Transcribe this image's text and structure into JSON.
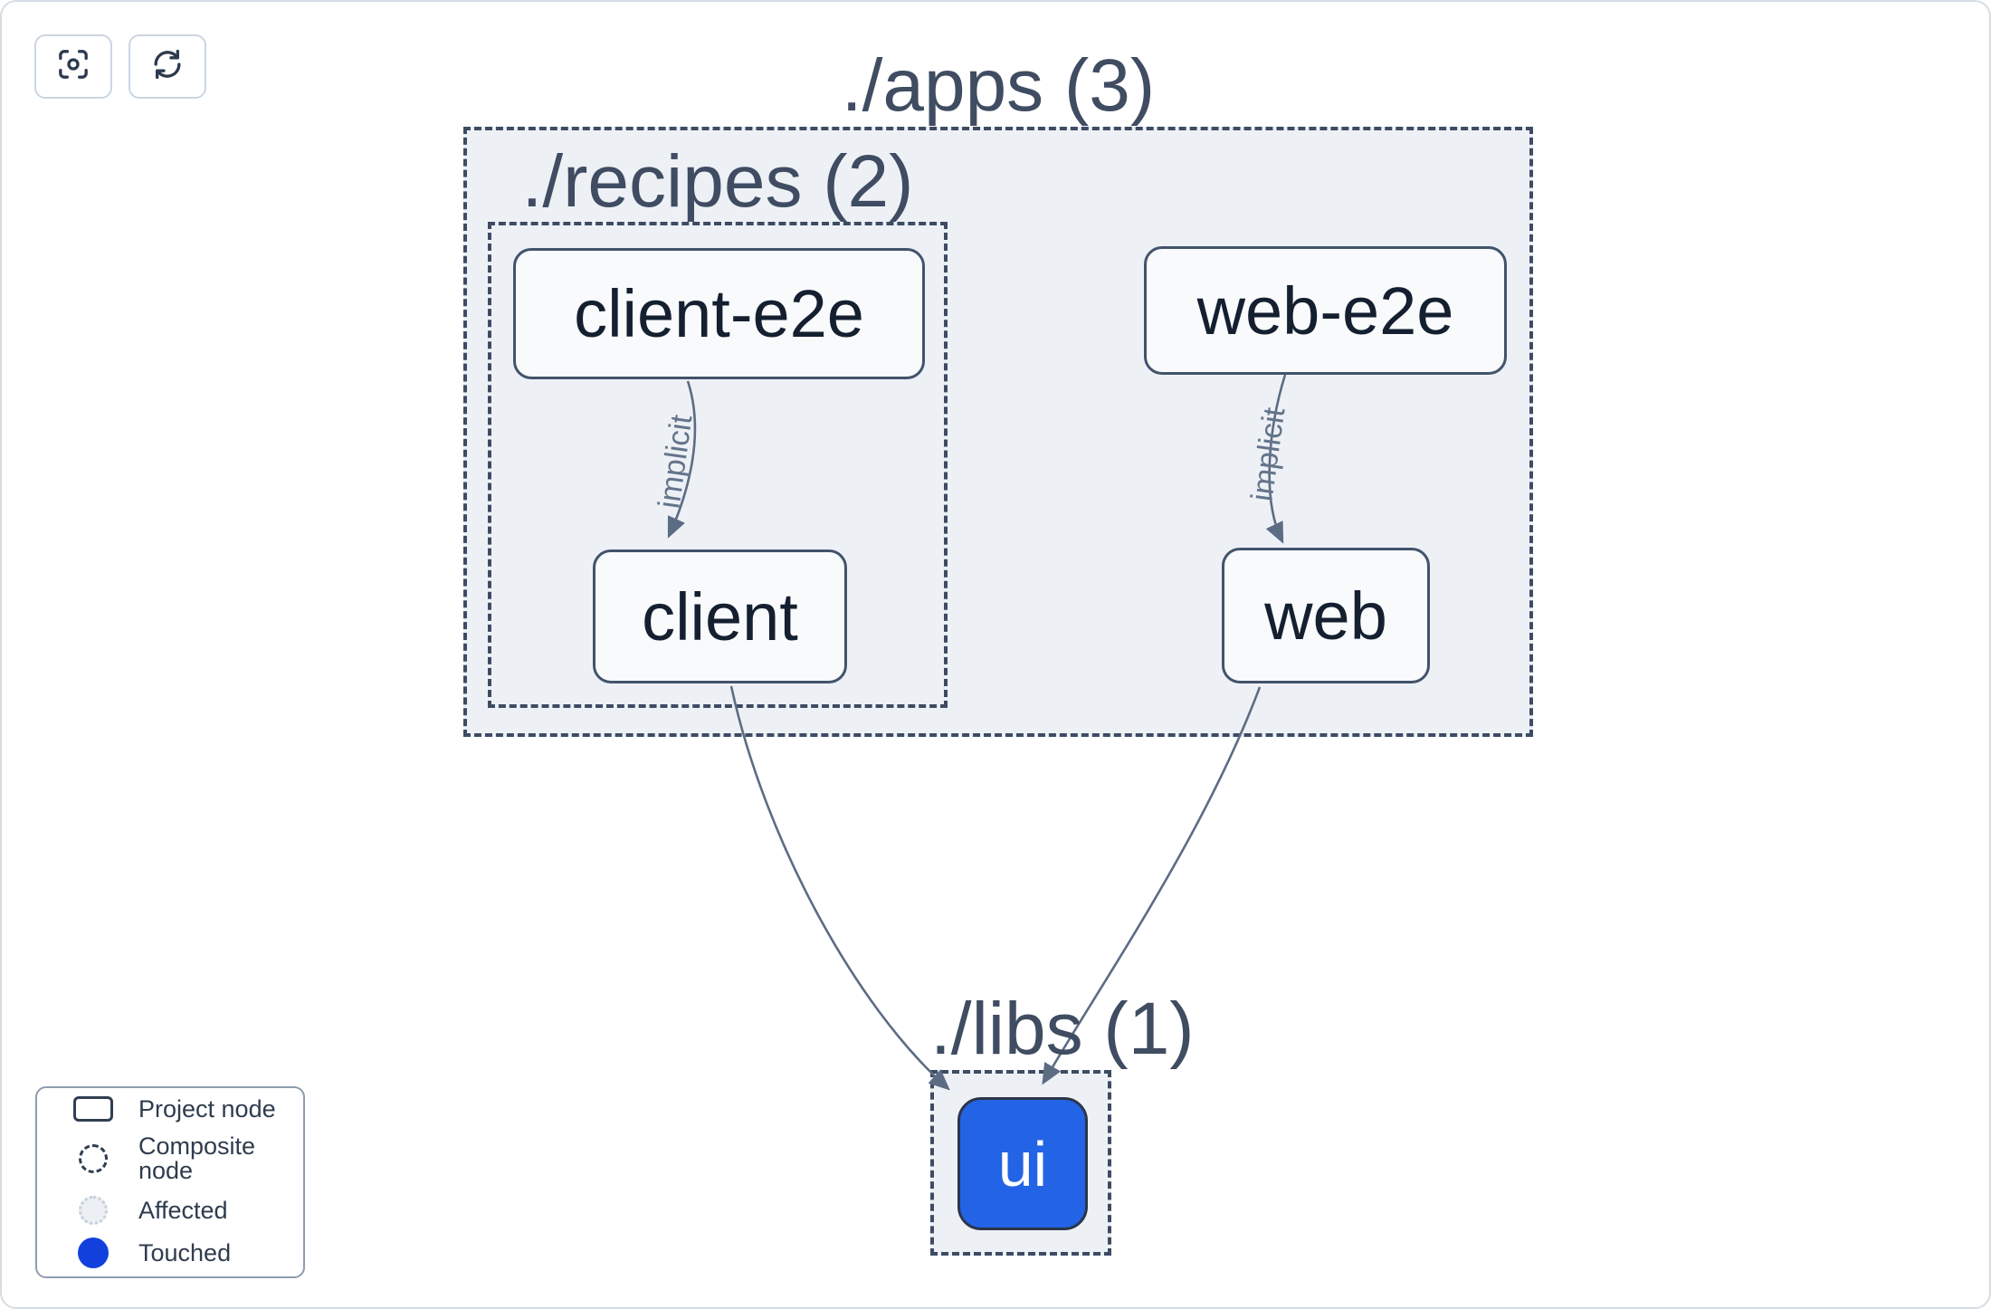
{
  "toolbar": {
    "focus_button": {
      "icon": "crosshair-focus-icon"
    },
    "refresh_button": {
      "icon": "refresh-icon"
    }
  },
  "graph": {
    "groups": [
      {
        "id": "apps",
        "label": "./apps (3)"
      },
      {
        "id": "recipes",
        "label": "./recipes (2)"
      },
      {
        "id": "libs",
        "label": "./libs (1)"
      }
    ],
    "nodes": [
      {
        "id": "client-e2e",
        "label": "client-e2e",
        "state": "default"
      },
      {
        "id": "web-e2e",
        "label": "web-e2e",
        "state": "default"
      },
      {
        "id": "client",
        "label": "client",
        "state": "default"
      },
      {
        "id": "web",
        "label": "web",
        "state": "default"
      },
      {
        "id": "ui",
        "label": "ui",
        "state": "touched"
      }
    ],
    "edges": [
      {
        "from": "client-e2e",
        "to": "client",
        "label": "implicit"
      },
      {
        "from": "web-e2e",
        "to": "web",
        "label": "implicit"
      },
      {
        "from": "client",
        "to": "ui",
        "label": ""
      },
      {
        "from": "web",
        "to": "ui",
        "label": ""
      }
    ]
  },
  "legend": {
    "items": [
      {
        "swatch": "project-node-swatch",
        "label": "Project node"
      },
      {
        "swatch": "composite-node-swatch",
        "label": "Composite node"
      },
      {
        "swatch": "affected-swatch",
        "label": "Affected"
      },
      {
        "swatch": "touched-swatch",
        "label": "Touched"
      }
    ]
  },
  "colors": {
    "container_fill": "#edf1f6",
    "container_border": "#3d4c63",
    "node_fill": "#f8fafc",
    "node_border": "#42536b",
    "node_text": "#141f30",
    "edge": "#5c6c83",
    "touched_node_fill": "#2363e6",
    "legend_touched_fill": "#1240dd"
  }
}
